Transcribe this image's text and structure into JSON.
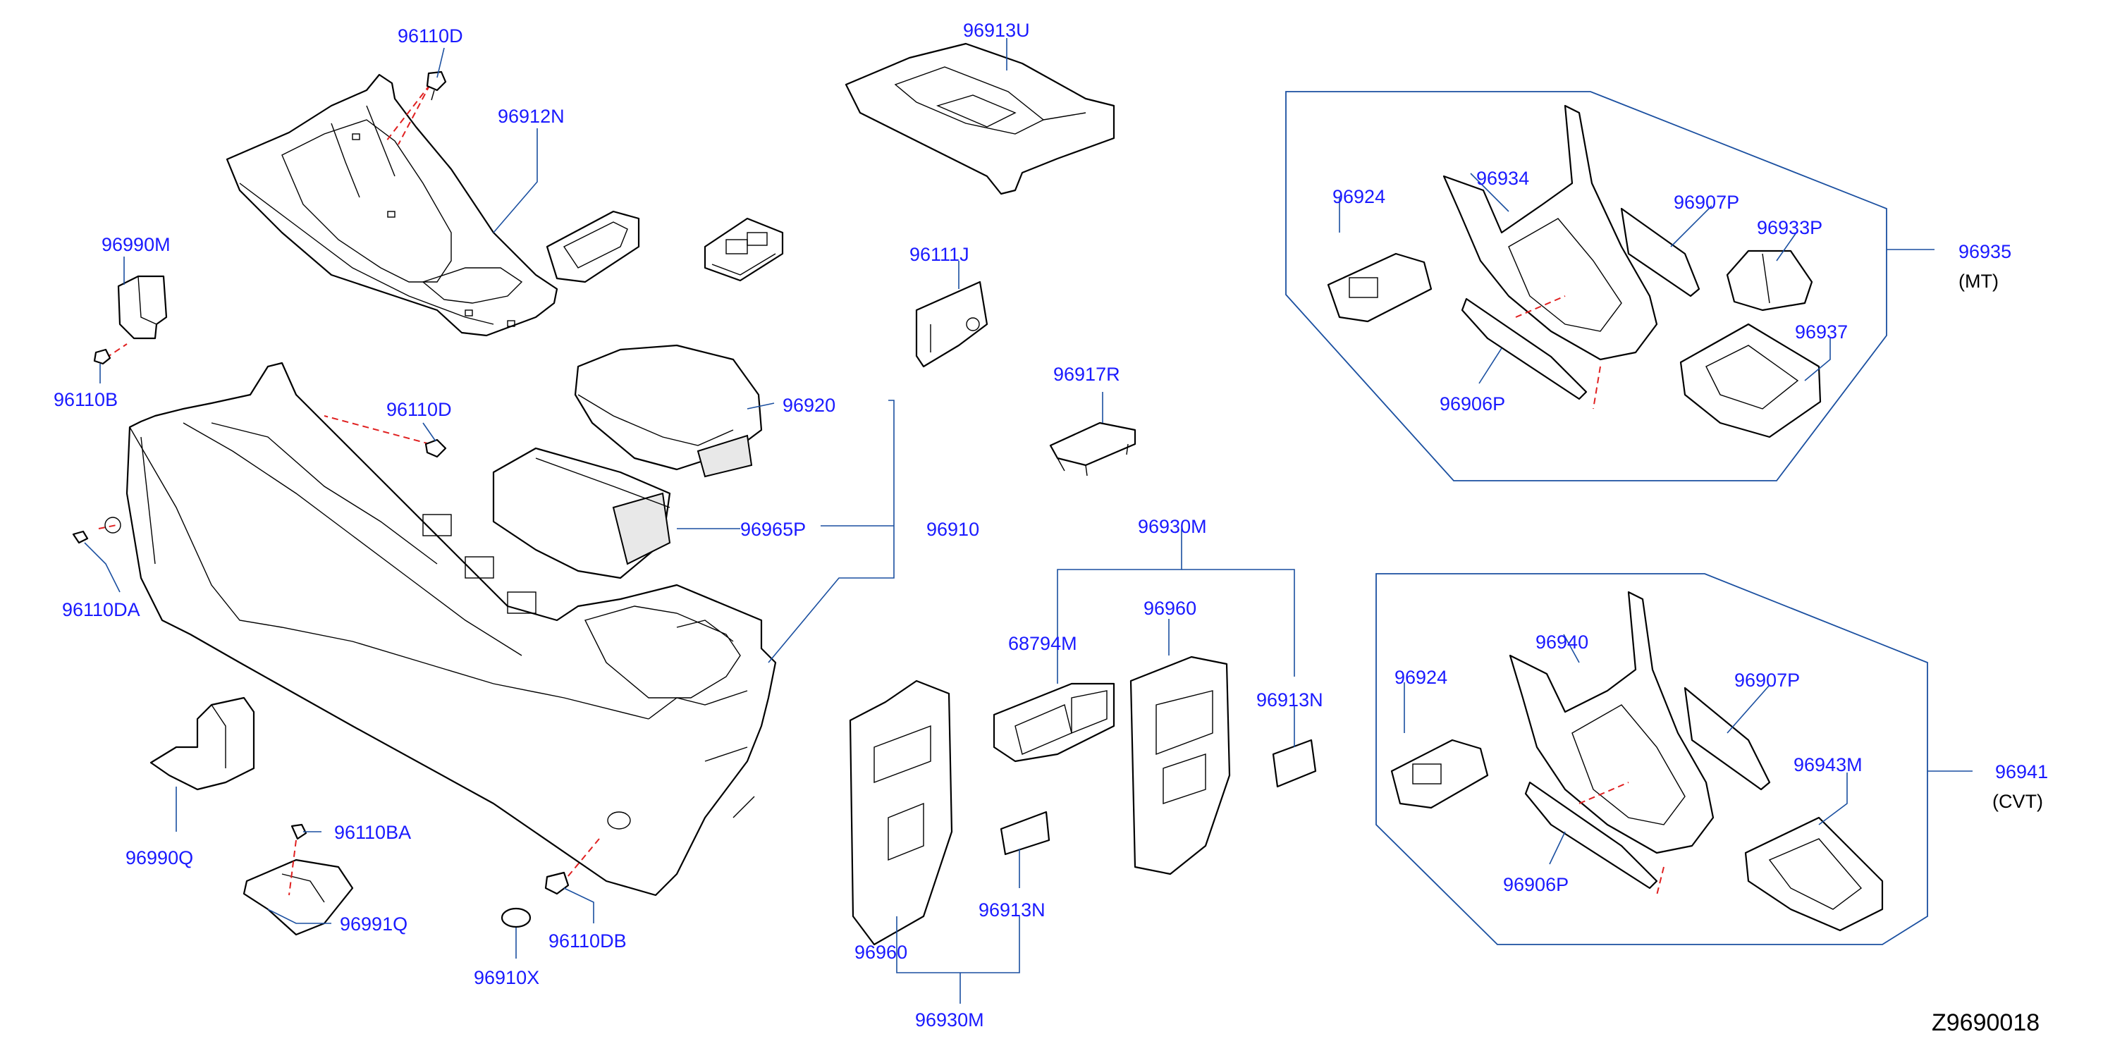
{
  "diagram_code": "Z9690018",
  "colors": {
    "label": "#1a1aff",
    "leader": "#1a4fa0",
    "fastener_dash": "#e02020",
    "outline": "#000000"
  },
  "labels": {
    "p96110D_top": "96110D",
    "p96912N": "96912N",
    "p96990M": "96990M",
    "p96110B": "96110B",
    "p96110D_mid": "96110D",
    "p96110DA": "96110DA",
    "p96990Q": "96990Q",
    "p96110BA": "96110BA",
    "p96991Q": "96991Q",
    "p96910X": "96910X",
    "p96110DB": "96110DB",
    "p96913U": "96913U",
    "p96111J": "96111J",
    "p96917R": "96917R",
    "p96920": "96920",
    "p96965P": "96965P",
    "p96910": "96910",
    "p96930M_top": "96930M",
    "p68794M": "68794M",
    "p96960_top": "96960",
    "p96913N_right": "96913N",
    "p96913N_low": "96913N",
    "p96960_low": "96960",
    "p96930M_low": "96930M",
    "mt_96924": "96924",
    "mt_96934": "96934",
    "mt_96907P": "96907P",
    "mt_96933P": "96933P",
    "mt_96935": "96935",
    "mt_note": "(MT)",
    "mt_96937": "96937",
    "mt_96906P": "96906P",
    "cvt_96924": "96924",
    "cvt_96940": "96940",
    "cvt_96907P": "96907P",
    "cvt_96941": "96941",
    "cvt_note": "(CVT)",
    "cvt_96943M": "96943M",
    "cvt_96906P": "96906P"
  }
}
